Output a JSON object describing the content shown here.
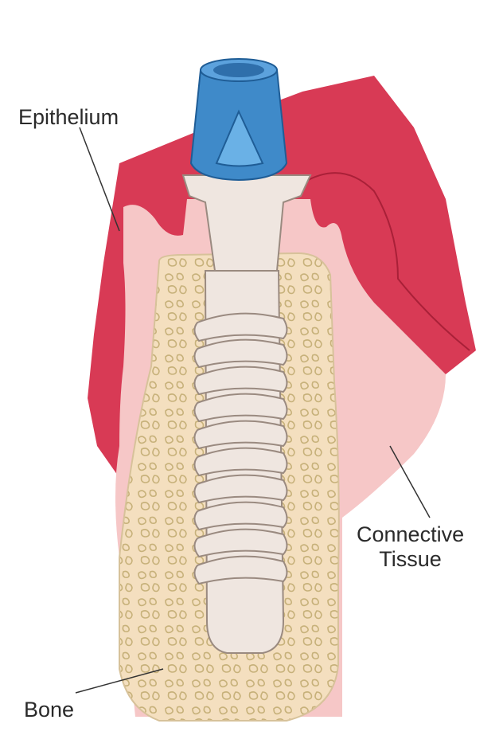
{
  "labels": {
    "epithelium": "Epithelium",
    "connective_line1": "Connective",
    "connective_line2": "Tissue",
    "bone": "Bone"
  },
  "colors": {
    "epithelium": "#d83a55",
    "connective_tissue": "#f6c7c7",
    "bone": "#f4dfbf",
    "implant": "#efe6e0",
    "abutment_cap": "#3f8ac9",
    "leader_line": "#333333"
  },
  "icons": {
    "implant": "dental-implant-icon"
  }
}
